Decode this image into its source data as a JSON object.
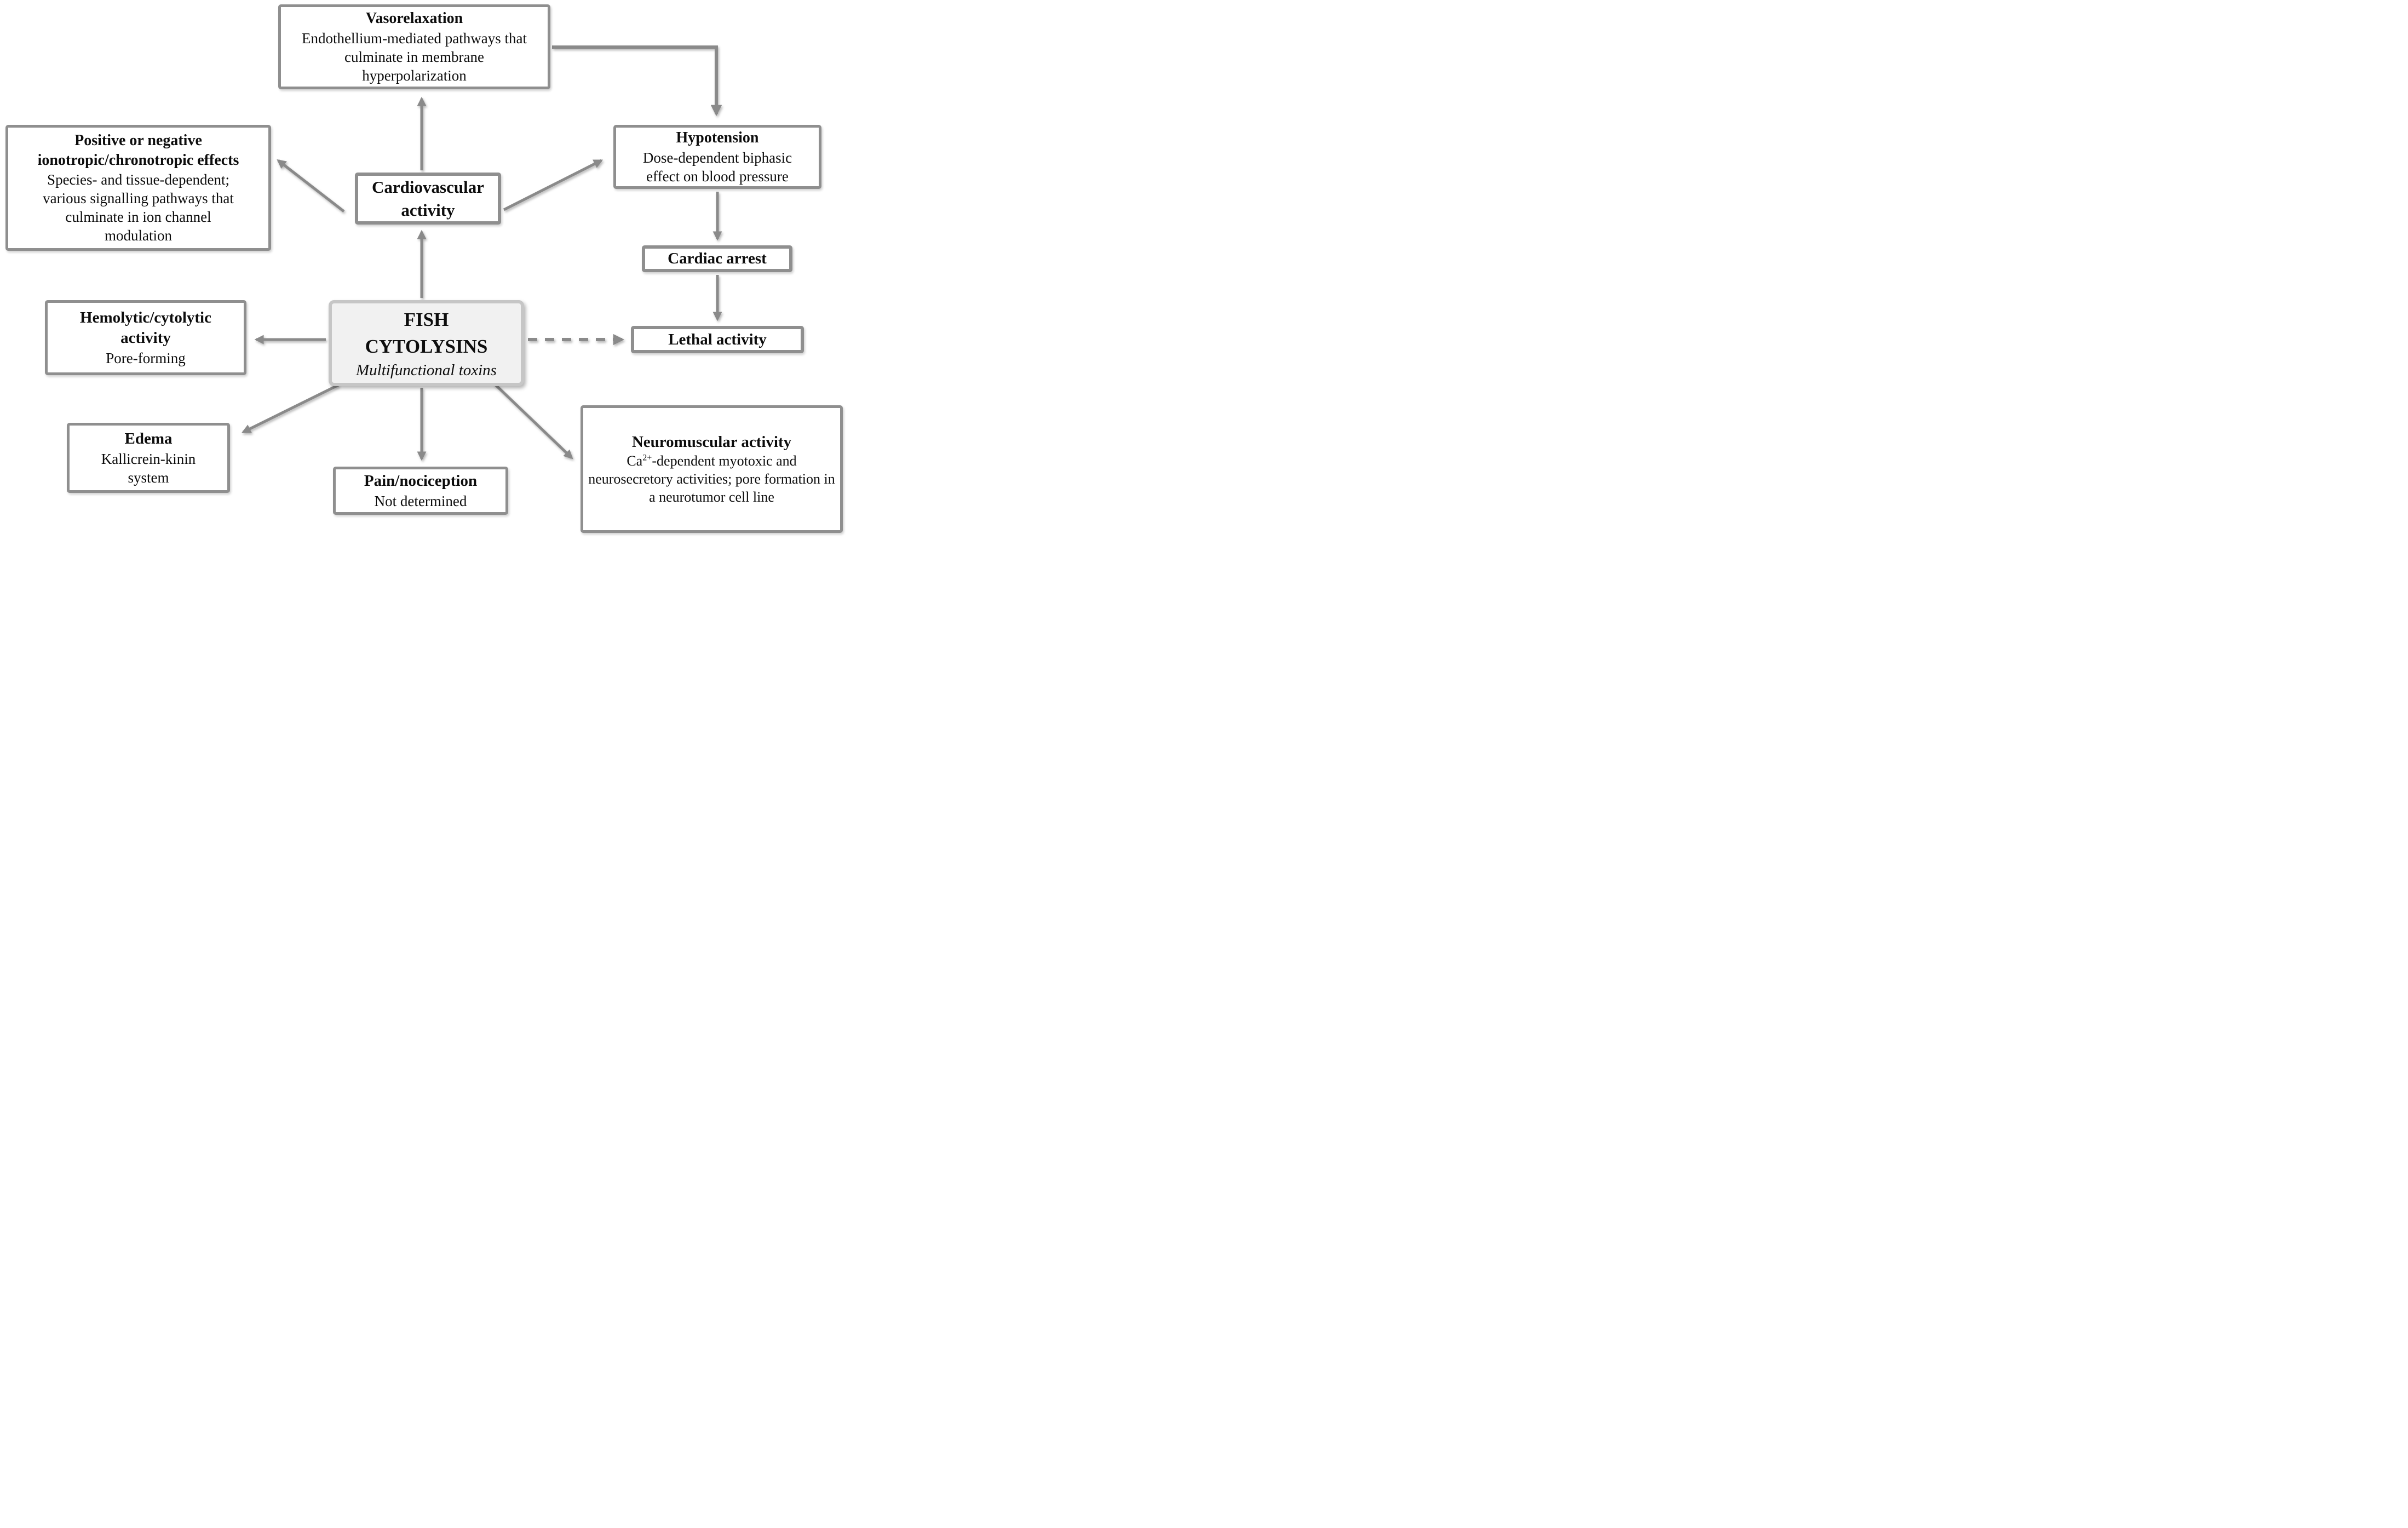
{
  "diagram": {
    "center": {
      "title_line1": "FISH",
      "title_line2": "CYTOLYSINS",
      "subtitle": "Multifunctional toxins"
    },
    "nodes": {
      "vasorelaxation": {
        "title": "Vasorelaxation",
        "body": "Endothellium-mediated pathways that culminate in membrane hyperpolarization"
      },
      "ionotropic": {
        "title": "Positive or negative ionotropic/chronotropic effects",
        "body": "Species- and tissue-dependent; various signalling pathways that culminate in ion channel modulation"
      },
      "cardiovascular": {
        "title": "Cardiovascular activity"
      },
      "hypotension": {
        "title": "Hypotension",
        "body": "Dose-dependent biphasic effect on blood pressure"
      },
      "cardiac_arrest": {
        "title": "Cardiac arrest"
      },
      "lethal": {
        "title": "Lethal activity"
      },
      "hemolytic": {
        "title": "Hemolytic/cytolytic activity",
        "body": "Pore-forming"
      },
      "edema": {
        "title": "Edema",
        "body": "Kallicrein-kinin system"
      },
      "pain": {
        "title": "Pain/nociception",
        "body": "Not determined"
      },
      "neuromuscular": {
        "title": "Neuromuscular activity",
        "body_prefix": "Ca",
        "body_sup": "2+",
        "body_rest": "-dependent myotoxic and neurosecretory activities; pore formation in a neurotumor cell line"
      }
    },
    "edges": [
      {
        "from": "fish_cytolysins",
        "to": "cardiovascular",
        "style": "solid"
      },
      {
        "from": "cardiovascular",
        "to": "vasorelaxation",
        "style": "solid"
      },
      {
        "from": "cardiovascular",
        "to": "ionotropic",
        "style": "solid"
      },
      {
        "from": "cardiovascular",
        "to": "hypotension",
        "style": "solid"
      },
      {
        "from": "vasorelaxation",
        "to": "hypotension",
        "style": "solid-elbow"
      },
      {
        "from": "hypotension",
        "to": "cardiac_arrest",
        "style": "solid"
      },
      {
        "from": "cardiac_arrest",
        "to": "lethal",
        "style": "solid"
      },
      {
        "from": "fish_cytolysins",
        "to": "lethal",
        "style": "dashed"
      },
      {
        "from": "fish_cytolysins",
        "to": "hemolytic",
        "style": "solid"
      },
      {
        "from": "fish_cytolysins",
        "to": "edema",
        "style": "solid"
      },
      {
        "from": "fish_cytolysins",
        "to": "pain",
        "style": "solid"
      },
      {
        "from": "fish_cytolysins",
        "to": "neuromuscular",
        "style": "solid"
      }
    ],
    "colors": {
      "box_border": "#8f8f8f",
      "arrow": "#8a8a8a",
      "center_fill": "#f1f1f1",
      "center_border": "#c6c6c6",
      "text": "#0d0d0d"
    }
  }
}
